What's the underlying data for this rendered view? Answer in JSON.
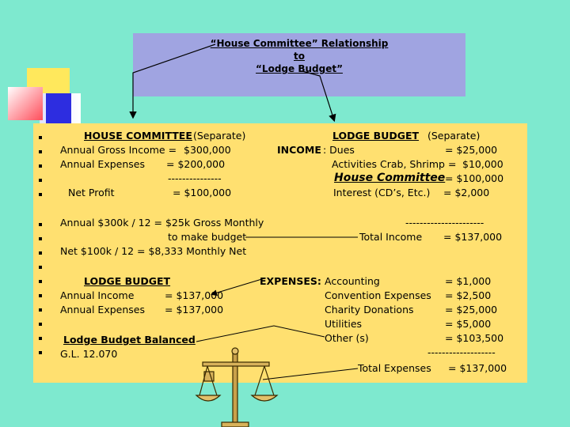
{
  "title": {
    "line1": "“House Committee” Relationship",
    "line2": "to",
    "line3": "“Lodge Budget”"
  },
  "left": {
    "heading": "HOUSE COMMITTEE",
    "heading_note": "(Separate)",
    "gross_income_label": "Annual Gross Income =",
    "gross_income_value": "$300,000",
    "expenses_label": "Annual Expenses",
    "expenses_value": "= $200,000",
    "dash_line": "---------------",
    "net_profit_label": "Net Profit",
    "net_profit_value": "= $100,000",
    "monthly_line1": "Annual $300k / 12 = $25k Gross Monthly",
    "monthly_line2": "to make budget",
    "monthly_net": "Net $100k / 12 = $8,333 Monthly Net",
    "lodge_budget_heading": "LODGE BUDGET",
    "annual_income_label": "Annual Income",
    "annual_income_value": "=  $137,000",
    "annual_expenses_label": "Annual Expenses",
    "annual_expenses_value": "=  $137,000",
    "balanced": "Lodge Budget Balanced",
    "gl": "G.L. 12.070"
  },
  "right": {
    "heading": "LODGE BUDGET",
    "heading_note": "(Separate)",
    "income_label": "INCOME",
    "income_dues": ": Dues",
    "dues_value": "=   $25,000",
    "crab_label": "Activities Crab, Shrimp =",
    "crab_value": "$10,000",
    "house_committee_label": "House Committee",
    "house_committee_value": "= $100,000",
    "interest_label": "Interest (CD’s, Etc.)",
    "interest_value": "=    $2,000",
    "income_dash": "----------------------",
    "total_income_label": "Total Income",
    "total_income_value": "= $137,000",
    "expenses_label": "EXPENSES:",
    "accounting_label": "Accounting",
    "accounting_value": "=    $1,000",
    "convention_label": "Convention Expenses",
    "convention_value": "=    $2,500",
    "charity_label": "Charity Donations",
    "charity_value": "=  $25,000",
    "utilities_label": "Utilities",
    "utilities_value": "=    $5,000",
    "other_label": "Other (s)",
    "other_value": "= $103,500",
    "expense_dash": "-------------------",
    "total_expenses_label": "Total Expenses",
    "total_expenses_value": "= $137,000"
  },
  "colors": {
    "background": "#7ee9cf",
    "title_box": "#a0a4e1",
    "content_box": "#ffe070",
    "deco_yellow": "#ffe85c",
    "deco_red": "#ff4d5a",
    "deco_blue": "#2d2de0"
  },
  "icons": [
    "scales-of-justice-icon",
    "bullet-square-icon"
  ]
}
